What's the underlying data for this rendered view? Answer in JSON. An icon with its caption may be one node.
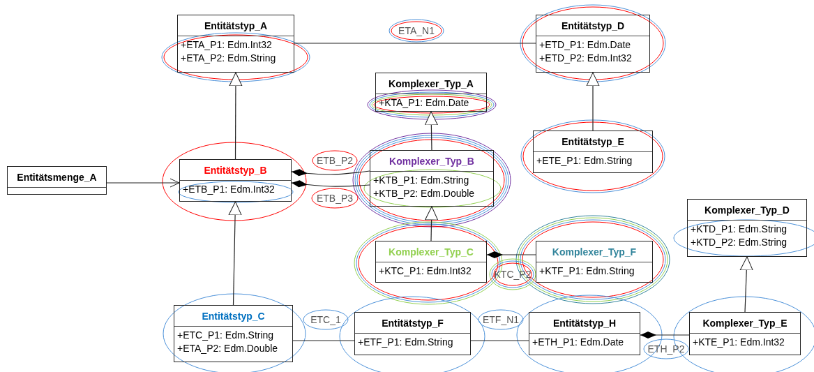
{
  "diagram": {
    "nodes": [
      {
        "text": [
          "Entitätstyp_A",
          "+ETA_P1: Edm.Int32",
          "+ETA_P2: Edm.String"
        ]
      },
      {
        "text": [
          "ETA_N1"
        ]
      },
      {
        "text": [
          "Entitätstyp_D",
          "+ETD_P1: Edm.Date",
          "+ETD_P2: Edm.Int32"
        ]
      },
      {
        "text": [
          "Komplexer_Typ_A",
          "+KTA_P1: Edm.Date"
        ]
      },
      {
        "text": [
          "Entitätsmenge_A"
        ]
      },
      {
        "text": [
          "Entitätstyp_B",
          "+ETB_P1: Edm.Int32"
        ]
      },
      {
        "text": [
          "ETB_P2"
        ]
      },
      {
        "text": [
          "Komplexer_Typ_B",
          "+KTB_P1: Edm.String",
          "+KTB_P2: Edm.Double"
        ]
      },
      {
        "text": [
          "ETB_P3"
        ]
      },
      {
        "text": [
          "Entitätstyp_E",
          "+ETE_P1: Edm.String"
        ]
      },
      {
        "text": [
          "Komplexer_Typ_D",
          "+KTD_P1: Edm.String",
          "+KTD_P2: Edm.String"
        ]
      },
      {
        "text": [
          "Komplexer_Typ_C",
          "+KTC_P1: Edm.Int32"
        ]
      },
      {
        "text": [
          "KTC_P2"
        ]
      },
      {
        "text": [
          "Komplexer_Typ_F",
          "+KTF_P1: Edm.String"
        ]
      },
      {
        "text": [
          "Entitätstyp_C",
          "+ETC_P1: Edm.String",
          "+ETA_P2: Edm.Double"
        ]
      },
      {
        "text": [
          "ETC_1"
        ]
      },
      {
        "text": [
          "Entitätstyp_F",
          "+ETF_P1: Edm.String"
        ]
      },
      {
        "text": [
          "ETF_N1"
        ]
      },
      {
        "text": [
          "Entitätstyp_H",
          "+ETH_P1: Edm.Date"
        ]
      },
      {
        "text": [
          "ETH_P2"
        ]
      },
      {
        "text": [
          "Komplexer_Typ_E",
          "+KTE_P1: Edm.Int32"
        ]
      }
    ],
    "edges": [
      {
        "from": 4,
        "to": 5,
        "arrow": "to"
      },
      {
        "from": 5,
        "to": 0,
        "arrow": "to"
      },
      {
        "from": 0,
        "to": 2,
        "arrow": "none"
      },
      {
        "from": 9,
        "to": 2,
        "arrow": "to"
      },
      {
        "from": 7,
        "to": 3,
        "arrow": "to"
      },
      {
        "from": 7,
        "to": 5,
        "arrow": "other"
      },
      {
        "from": 7,
        "to": 5,
        "arrow": "other"
      },
      {
        "from": 11,
        "to": 7,
        "arrow": "to"
      },
      {
        "from": 14,
        "to": 5,
        "arrow": "to"
      },
      {
        "from": 13,
        "to": 11,
        "arrow": "other"
      },
      {
        "from": 14,
        "to": 16,
        "arrow": "none"
      },
      {
        "from": 16,
        "to": 18,
        "arrow": "none"
      },
      {
        "from": 20,
        "to": 18,
        "arrow": "other"
      },
      {
        "from": 20,
        "to": 10,
        "arrow": "to"
      }
    ]
  }
}
